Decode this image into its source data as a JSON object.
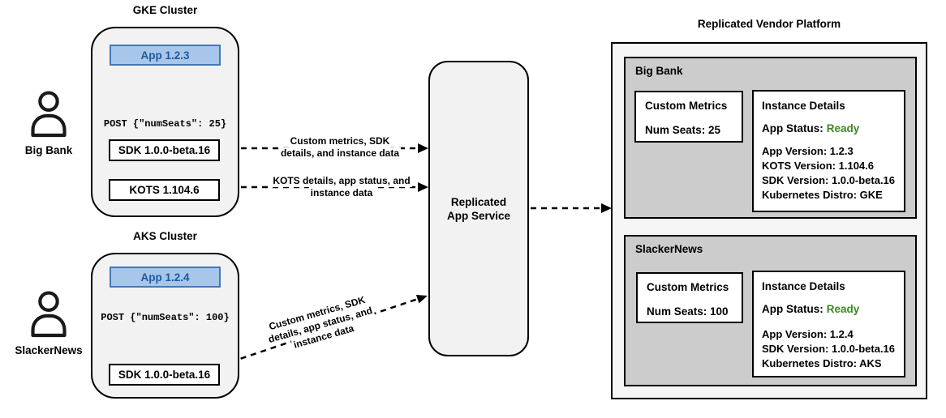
{
  "users": [
    {
      "label": "Big Bank"
    },
    {
      "label": "SlackerNews"
    }
  ],
  "clusters": [
    {
      "title": "GKE Cluster",
      "app_label": "App 1.2.3",
      "post_label": "POST {\"numSeats\": 25}",
      "sdk_label": "SDK 1.0.0-beta.16",
      "kots_label": "KOTS 1.104.6"
    },
    {
      "title": "AKS Cluster",
      "app_label": "App 1.2.4",
      "post_label": "POST {\"numSeats\": 100}",
      "sdk_label": "SDK 1.0.0-beta.16"
    }
  ],
  "connections": [
    {
      "lines": [
        "Custom metrics, SDK",
        "details, and instance data"
      ]
    },
    {
      "lines": [
        "KOTS details, app status, and",
        "instance data"
      ]
    },
    {
      "lines": [
        "Custom metrics, SDK",
        "details, app status, and",
        "instance data"
      ]
    }
  ],
  "service": {
    "lines": [
      "Replicated",
      "App Service"
    ]
  },
  "platform": {
    "title": "Replicated Vendor Platform",
    "tenants": [
      {
        "name": "Big Bank",
        "custom_metrics": {
          "title": "Custom Metrics",
          "value": "Num Seats: 25"
        },
        "instance_details": {
          "title": "Instance Details",
          "status_label": "App Status:",
          "status_value": "Ready",
          "lines": [
            "App Version: 1.2.3",
            "KOTS Version: 1.104.6",
            "SDK Version: 1.0.0-beta.16",
            "Kubernetes Distro: GKE"
          ]
        }
      },
      {
        "name": "SlackerNews",
        "custom_metrics": {
          "title": "Custom Metrics",
          "value": "Num Seats: 100"
        },
        "instance_details": {
          "title": "Instance Details",
          "status_label": "App Status:",
          "status_value": "Ready",
          "lines": [
            "App Version: 1.2.4",
            "SDK Version: 1.0.0-beta.16",
            "Kubernetes Distro: AKS"
          ]
        }
      }
    ]
  },
  "colors": {
    "app_fill": "#a7c6e9",
    "app_border": "#4678b4",
    "app_text": "#1e5aa0",
    "status_ready_green": "#3a8a1f",
    "cluster_fill": "#f2f2f2",
    "platform_fill": "#f5f5f5",
    "tenant_section_fill": "#cccccc",
    "line_color": "#000000"
  }
}
